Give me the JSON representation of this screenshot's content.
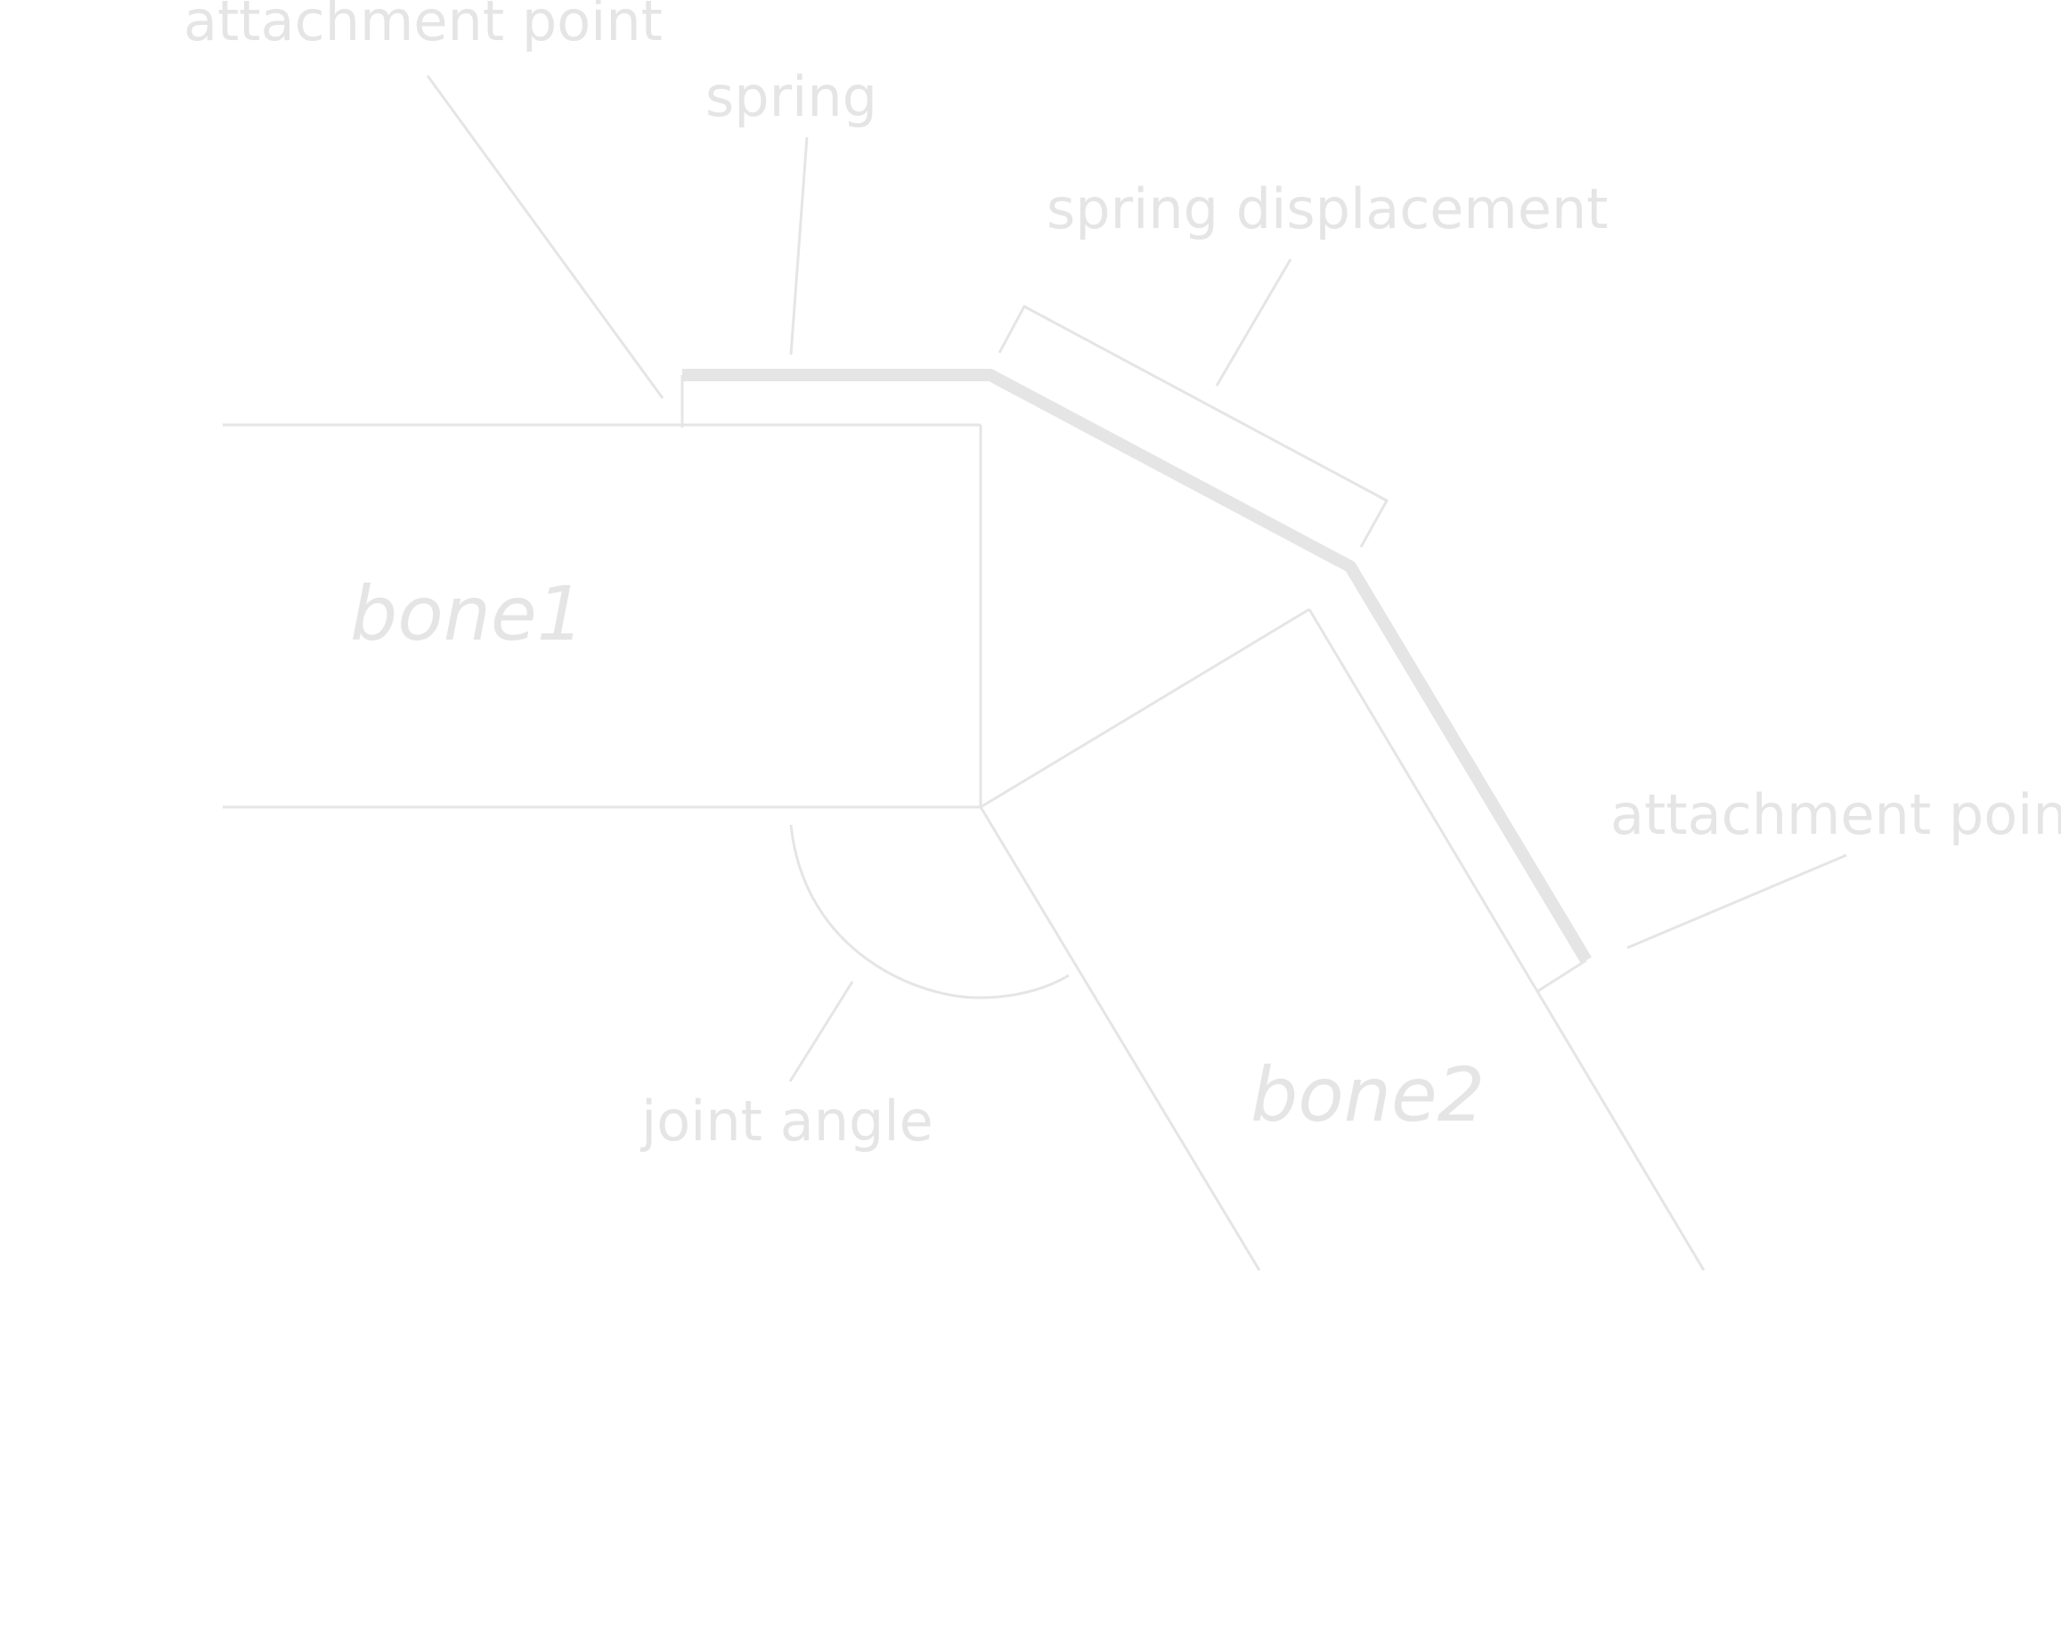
{
  "colors": {
    "stroke": "#e5e5e5",
    "text": "#e5e5e5",
    "background": "#ffffff"
  },
  "labels": {
    "attachment_point_top": "attachment point",
    "spring": "spring",
    "spring_displacement": "spring displacement",
    "bone1": "bone1",
    "attachment_point_right": "attachment point",
    "joint_angle": "joint angle",
    "bone2": "bone2"
  }
}
